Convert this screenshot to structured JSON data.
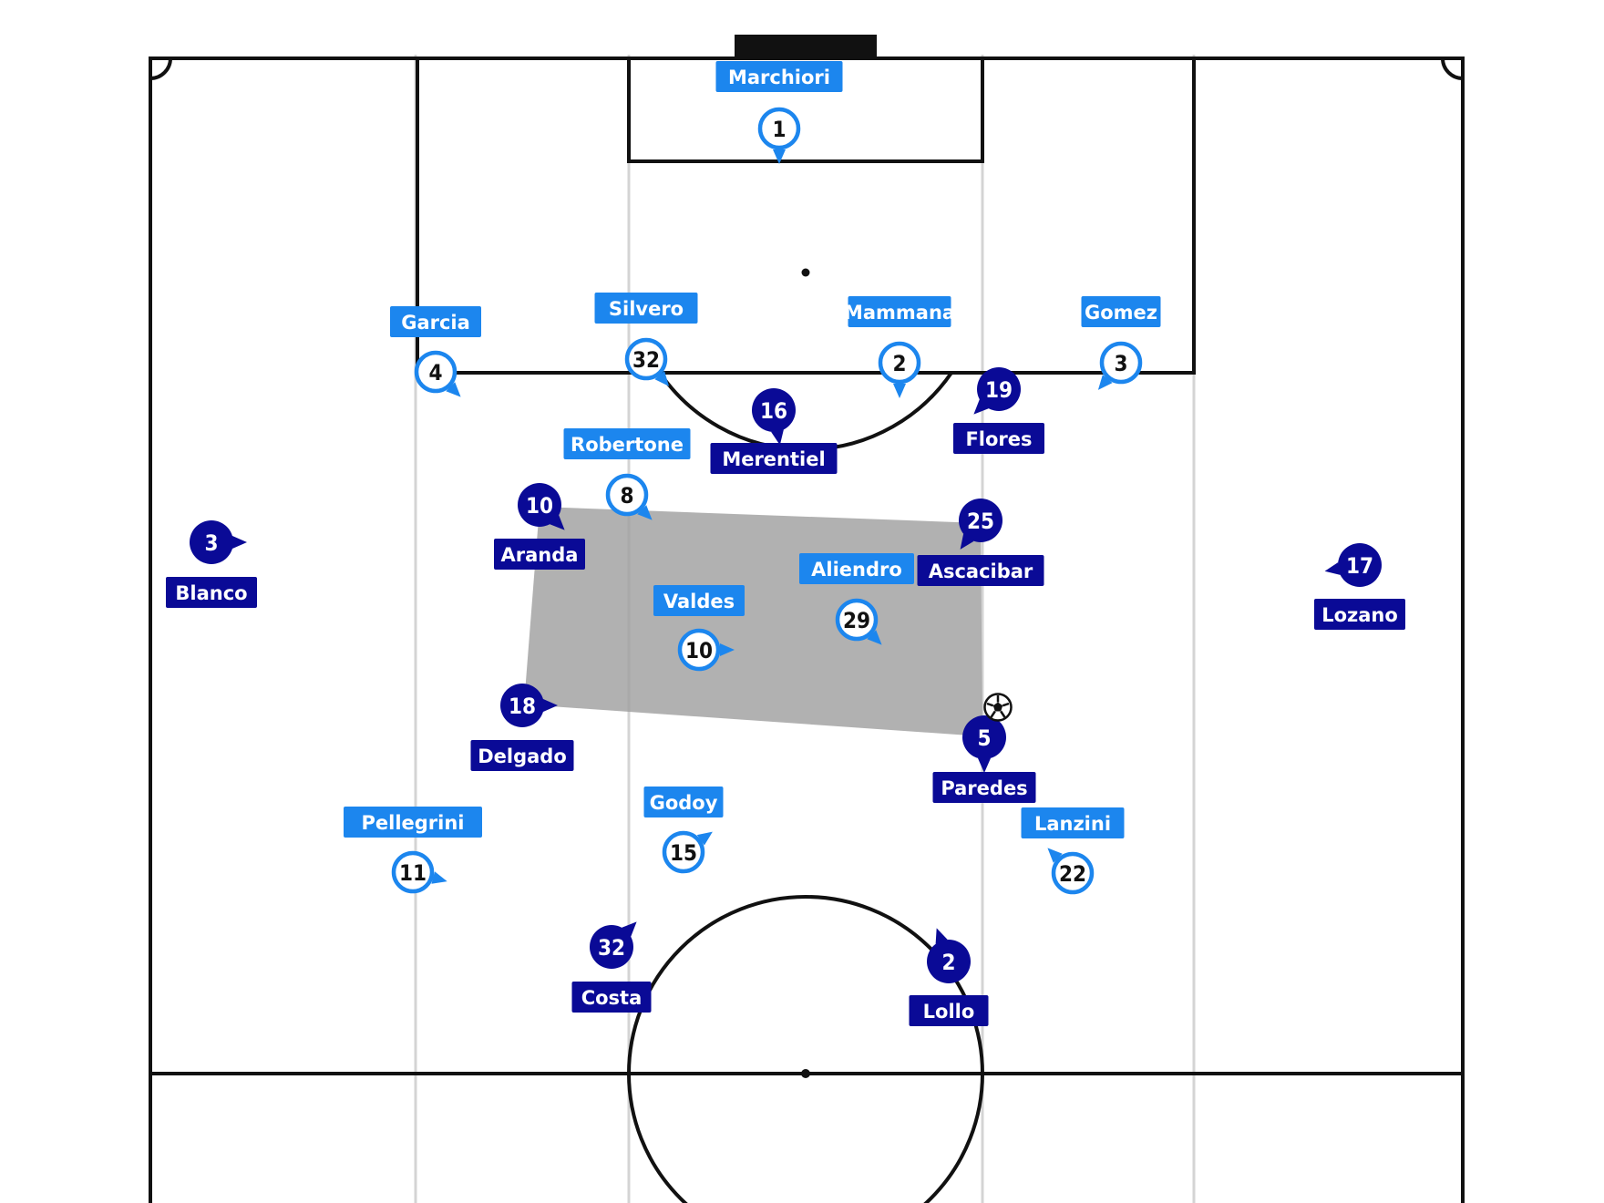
{
  "colors": {
    "home_blue": "#1c86ee",
    "away_navy": "#0a0a96",
    "pitch_lines": "#111111",
    "lane_lines": "#d4d4d4",
    "block_fill": "#9e9e9e",
    "background": "#ffffff"
  },
  "teams": {
    "home": {
      "style": "light-blue outlined number, white fill",
      "players": [
        {
          "name": "Marchiori",
          "number": "1"
        },
        {
          "name": "Garcia",
          "number": "4"
        },
        {
          "name": "Silvero",
          "number": "32"
        },
        {
          "name": "Mammana",
          "number": "2"
        },
        {
          "name": "Gomez",
          "number": "3"
        },
        {
          "name": "Robertone",
          "number": "8"
        },
        {
          "name": "Valdes",
          "number": "10"
        },
        {
          "name": "Aliendro",
          "number": "29"
        },
        {
          "name": "Pellegrini",
          "number": "11"
        },
        {
          "name": "Godoy",
          "number": "15"
        },
        {
          "name": "Lanzini",
          "number": "22"
        }
      ]
    },
    "away": {
      "style": "navy filled number, white text",
      "players": [
        {
          "name": "Merentiel",
          "number": "16"
        },
        {
          "name": "Flores",
          "number": "19"
        },
        {
          "name": "Aranda",
          "number": "10"
        },
        {
          "name": "Ascacibar",
          "number": "25"
        },
        {
          "name": "Blanco",
          "number": "3"
        },
        {
          "name": "Lozano",
          "number": "17"
        },
        {
          "name": "Delgado",
          "number": "18"
        },
        {
          "name": "Paredes",
          "number": "5",
          "has_ball": true
        },
        {
          "name": "Costa",
          "number": "32"
        },
        {
          "name": "Lollo",
          "number": "2"
        }
      ]
    }
  },
  "annotations": {
    "shaded_block_players": [
      "Aranda",
      "Ascacibar",
      "Paredes",
      "Delgado"
    ],
    "ball_icon": "soccer-ball-icon"
  }
}
